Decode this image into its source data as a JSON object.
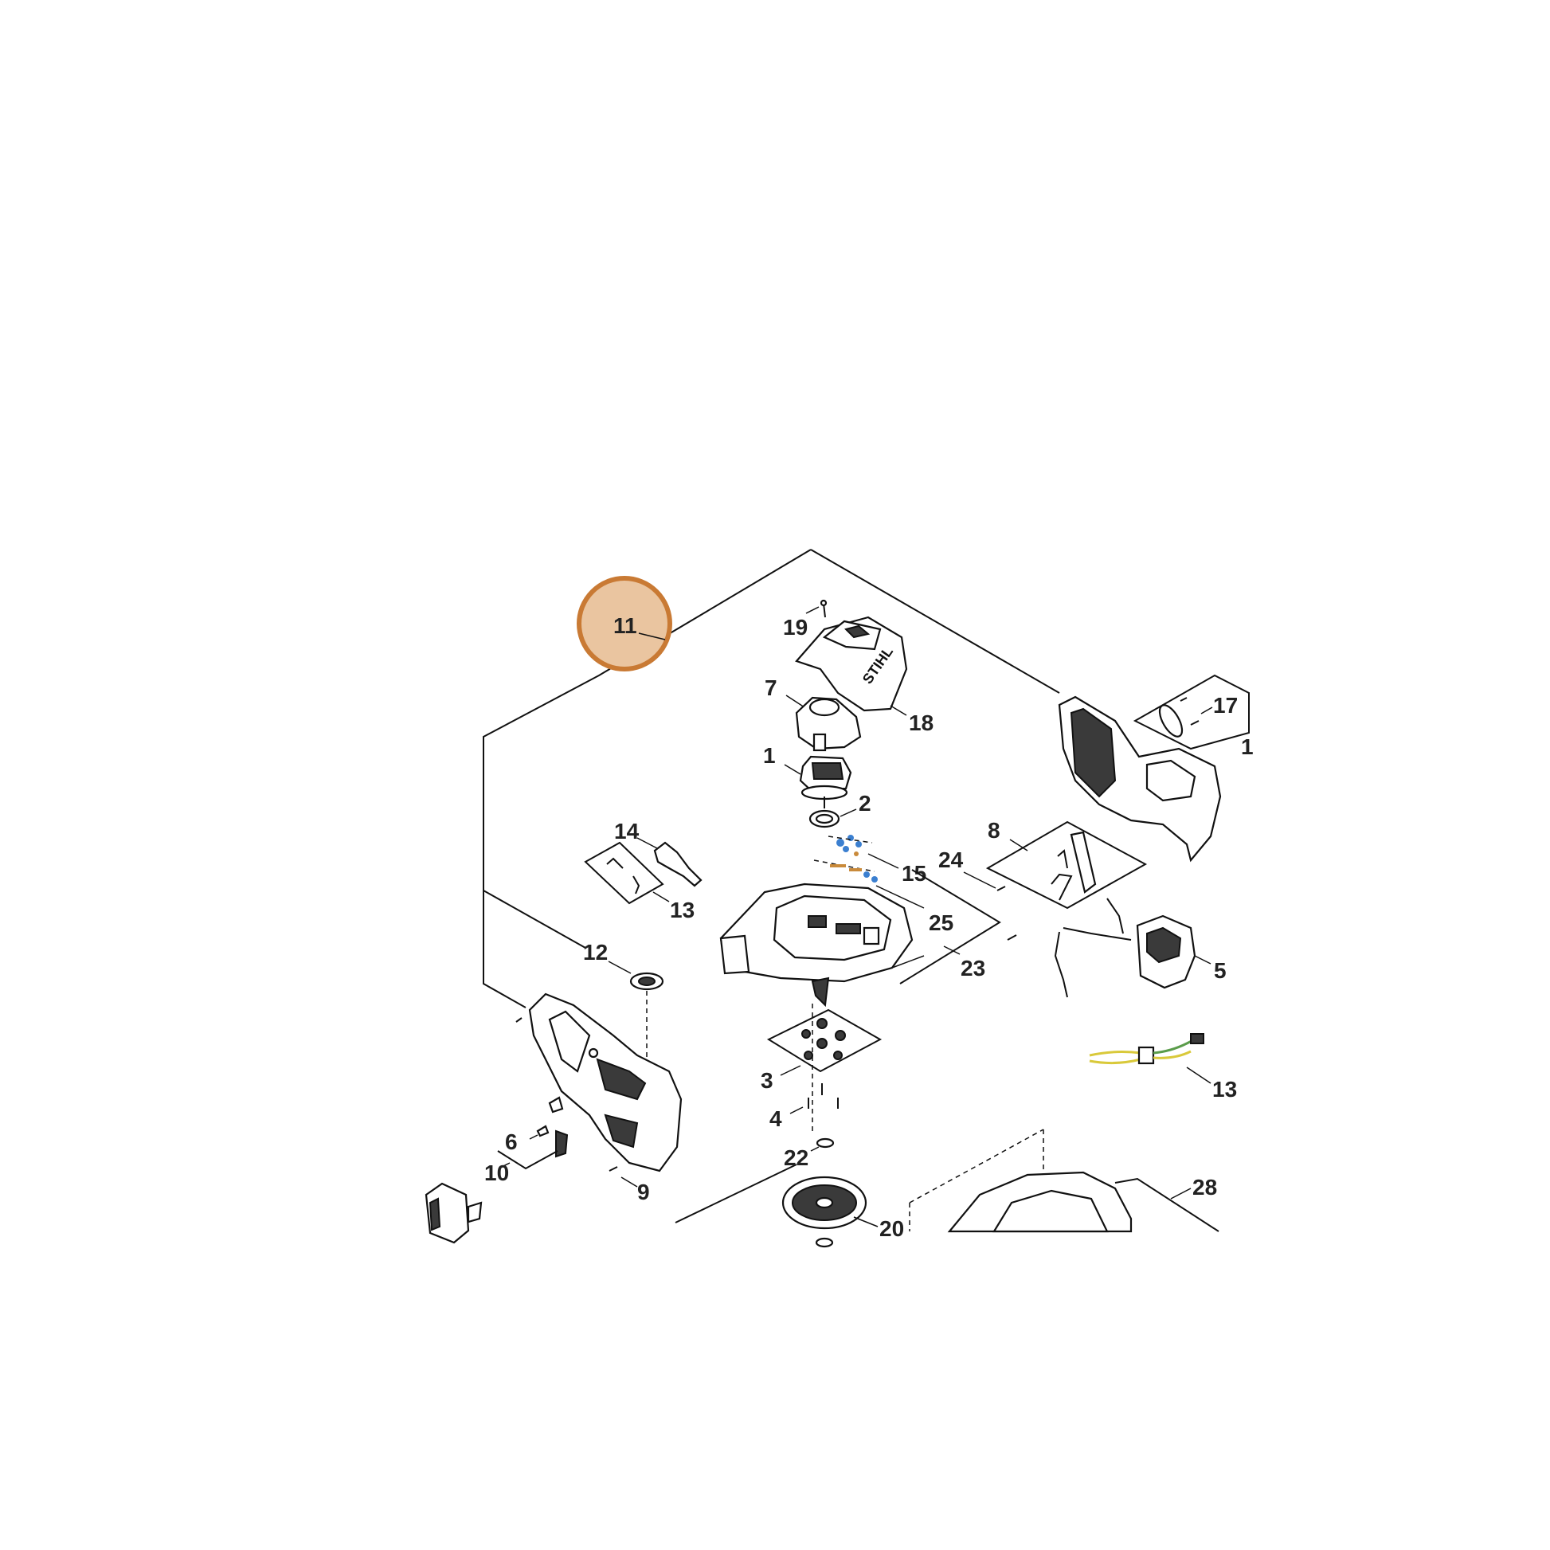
{
  "diagram": {
    "highlight": {
      "label": "11",
      "fill_color": "#eac5a0",
      "stroke_color": "#c97a34"
    },
    "callouts": [
      {
        "id": "c19",
        "label": "19"
      },
      {
        "id": "c7",
        "label": "7"
      },
      {
        "id": "c18",
        "label": "18"
      },
      {
        "id": "c1",
        "label": "1"
      },
      {
        "id": "c2",
        "label": "2"
      },
      {
        "id": "c14",
        "label": "14"
      },
      {
        "id": "c15",
        "label": "15"
      },
      {
        "id": "c24",
        "label": "24"
      },
      {
        "id": "c13a",
        "label": "13"
      },
      {
        "id": "c8",
        "label": "8"
      },
      {
        "id": "c17",
        "label": "17"
      },
      {
        "id": "c1edge",
        "label": "1"
      },
      {
        "id": "c25",
        "label": "25"
      },
      {
        "id": "c23",
        "label": "23"
      },
      {
        "id": "c12",
        "label": "12"
      },
      {
        "id": "c5",
        "label": "5"
      },
      {
        "id": "c3",
        "label": "3"
      },
      {
        "id": "c4",
        "label": "4"
      },
      {
        "id": "c6",
        "label": "6"
      },
      {
        "id": "c10",
        "label": "10"
      },
      {
        "id": "c9",
        "label": "9"
      },
      {
        "id": "c22",
        "label": "22"
      },
      {
        "id": "c13b",
        "label": "13"
      },
      {
        "id": "c28",
        "label": "28"
      },
      {
        "id": "c20",
        "label": "20"
      }
    ],
    "logo_text": "STIHL",
    "colors": {
      "line": "#111111",
      "blue_parts": "#3b7fd0",
      "orange_parts": "#c98a3b",
      "wire_yellow": "#d9c93a",
      "wire_green": "#5a9c4a"
    }
  }
}
